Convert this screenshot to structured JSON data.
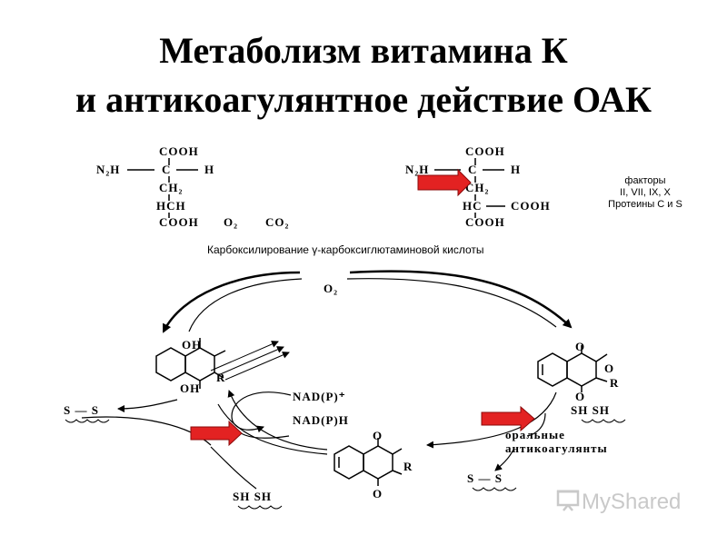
{
  "title": {
    "line1": "Метаболизм витамина  К",
    "line2": "и антикоагулянтное действие  ОАК"
  },
  "glutamate": {
    "cooh_top": "COOH",
    "nh2": "N₂H",
    "c": "C",
    "h": "H",
    "ch2": "CH₂",
    "hch": "HCH",
    "cooh_bottom": "COOH"
  },
  "carboxy_glutamate": {
    "cooh_top": "COOH",
    "nh2": "N₂H",
    "c": "C",
    "h": "H",
    "ch2": "CH₂",
    "hc": "HC",
    "cooh_side": "COOH",
    "cooh_bottom": "COOH"
  },
  "reaction": {
    "o2": "O₂",
    "co2": "CO₂",
    "o2_cycle": "O₂"
  },
  "factors": {
    "line1": "факторы",
    "line2": "II, VII, IX, X",
    "line3": "Протеины С и S"
  },
  "carboxylation_label": "Карбоксилирование γ-карбоксиглютаминовой кислоты",
  "hydroquinone": {
    "oh_top": "OH",
    "oh_bottom": "OH",
    "r": "R"
  },
  "epoxide": {
    "o_top": "O",
    "o_ring": "O",
    "o_bottom": "O",
    "r": "R"
  },
  "quinone": {
    "o_top": "O",
    "o_bottom": "O",
    "r": "R"
  },
  "cofactors": {
    "nadp": "NAD(P)⁺",
    "nadph": "NAD(P)H"
  },
  "thiols": {
    "left_ss": "S  —  S",
    "right_shsh": "SH    SH",
    "bottom_right_ss": "S  —  S",
    "bottom_shsh": "SH    SH"
  },
  "oral_anticoagulants": {
    "line1": "оральные",
    "line2": "антикоагулянты"
  },
  "watermark": "MyShared",
  "colors": {
    "arrow_red": "#e32222",
    "arrow_red_edge": "#8b0a0a",
    "text": "#000000",
    "watermark": "#c9c9c9"
  }
}
